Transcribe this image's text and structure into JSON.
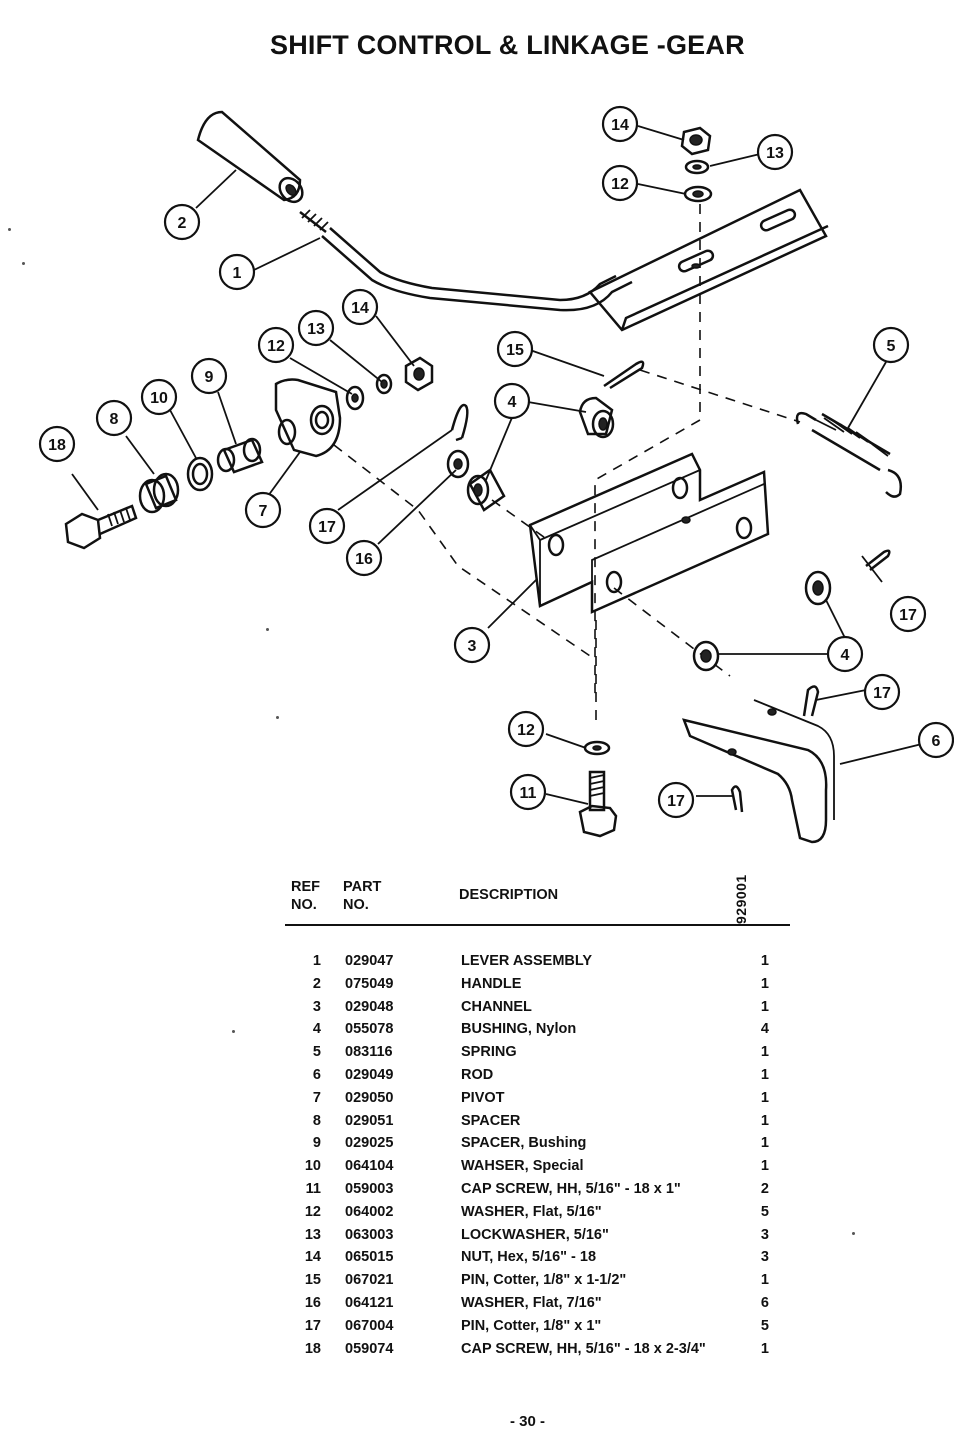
{
  "title": "SHIFT CONTROL & LINKAGE -GEAR",
  "diagram": {
    "callouts": [
      "14",
      "13",
      "12",
      "2",
      "1",
      "14",
      "13",
      "12",
      "15",
      "5",
      "9",
      "10",
      "8",
      "18",
      "4",
      "7",
      "17",
      "16",
      "3",
      "4",
      "17",
      "17",
      "12",
      "11",
      "17",
      "6"
    ]
  },
  "table": {
    "header": {
      "ref_line1": "REF",
      "ref_line2": "NO.",
      "part_line1": "PART",
      "part_line2": "NO.",
      "description": "DESCRIPTION",
      "drawing_no": "929001"
    },
    "rows": [
      {
        "ref": "1",
        "part": "029047",
        "desc": "LEVER ASSEMBLY",
        "qty": "1"
      },
      {
        "ref": "2",
        "part": "075049",
        "desc": "HANDLE",
        "qty": "1"
      },
      {
        "ref": "3",
        "part": "029048",
        "desc": "CHANNEL",
        "qty": "1"
      },
      {
        "ref": "4",
        "part": "055078",
        "desc": "BUSHING, Nylon",
        "qty": "4"
      },
      {
        "ref": "5",
        "part": "083116",
        "desc": "SPRING",
        "qty": "1"
      },
      {
        "ref": "6",
        "part": "029049",
        "desc": "ROD",
        "qty": "1"
      },
      {
        "ref": "7",
        "part": "029050",
        "desc": "PIVOT",
        "qty": "1"
      },
      {
        "ref": "8",
        "part": "029051",
        "desc": "SPACER",
        "qty": "1"
      },
      {
        "ref": "9",
        "part": "029025",
        "desc": "SPACER, Bushing",
        "qty": "1"
      },
      {
        "ref": "10",
        "part": "064104",
        "desc": "WAHSER, Special",
        "qty": "1"
      },
      {
        "ref": "11",
        "part": "059003",
        "desc": "CAP SCREW, HH, 5/16\" - 18 x 1\"",
        "qty": "2"
      },
      {
        "ref": "12",
        "part": "064002",
        "desc": "WASHER, Flat, 5/16\"",
        "qty": "5"
      },
      {
        "ref": "13",
        "part": "063003",
        "desc": "LOCKWASHER, 5/16\"",
        "qty": "3"
      },
      {
        "ref": "14",
        "part": "065015",
        "desc": "NUT, Hex, 5/16\" - 18",
        "qty": "3"
      },
      {
        "ref": "15",
        "part": "067021",
        "desc": "PIN, Cotter, 1/8\" x 1-1/2\"",
        "qty": "1"
      },
      {
        "ref": "16",
        "part": "064121",
        "desc": "WASHER, Flat, 7/16\"",
        "qty": "6"
      },
      {
        "ref": "17",
        "part": "067004",
        "desc": "PIN, Cotter, 1/8\" x 1\"",
        "qty": "5"
      },
      {
        "ref": "18",
        "part": "059074",
        "desc": "CAP SCREW, HH, 5/16\" - 18 x 2-3/4\"",
        "qty": "1"
      }
    ]
  },
  "page_number": "- 30 -"
}
